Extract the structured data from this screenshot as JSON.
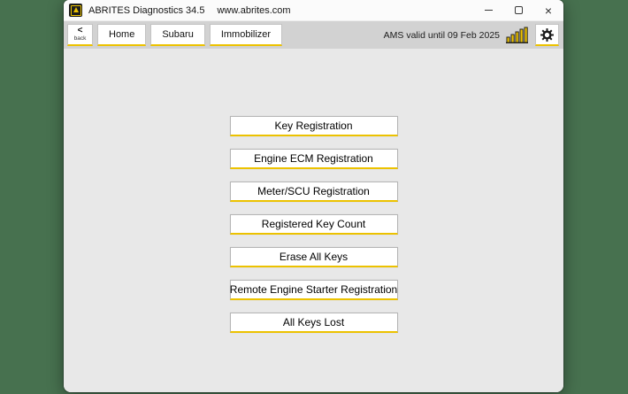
{
  "window": {
    "title": "ABRITES Diagnostics 34.5",
    "website": "www.abrites.com",
    "controls": {
      "close_glyph": "×"
    }
  },
  "toolbar": {
    "back": {
      "chevron": "<",
      "label": "back"
    },
    "nav": [
      {
        "label": "Home"
      },
      {
        "label": "Subaru"
      },
      {
        "label": "Immobilizer"
      }
    ],
    "license_status": "AMS valid until 09 Feb 2025",
    "icons": {
      "signal": "signal-bars-icon",
      "settings": "gear-icon"
    }
  },
  "menu": {
    "buttons": [
      {
        "label": "Key Registration"
      },
      {
        "label": "Engine ECM Registration"
      },
      {
        "label": "Meter/SCU Registration"
      },
      {
        "label": "Registered Key Count"
      },
      {
        "label": "Erase All Keys"
      },
      {
        "label": "Remote Engine Starter Registration"
      },
      {
        "label": "All Keys Lost"
      }
    ]
  },
  "colors": {
    "accent_yellow": "#ECC200",
    "desktop_green": "#47714F",
    "titlebar_white": "#FBFBFB",
    "toolbar_gray": "#D2D2D2",
    "content_gray": "#E8E8E8"
  }
}
